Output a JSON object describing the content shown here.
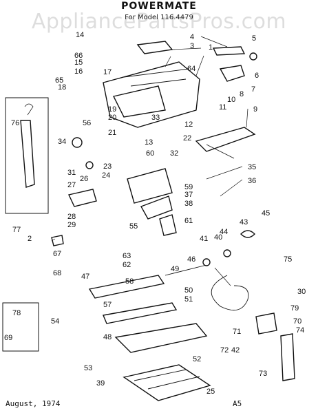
{
  "header": {
    "title": "POWERMATE",
    "subtitle": "For Model 116.4479",
    "watermark": "AppliancePartsPros.com"
  },
  "footer": {
    "date": "August, 1974",
    "page": "A5"
  },
  "callouts": [
    "1",
    "2",
    "3",
    "4",
    "5",
    "6",
    "7",
    "8",
    "9",
    "10",
    "11",
    "12",
    "13",
    "14",
    "15",
    "16",
    "17",
    "18",
    "19",
    "20",
    "21",
    "22",
    "23",
    "24",
    "25",
    "26",
    "27",
    "28",
    "29",
    "30",
    "31",
    "32",
    "33",
    "34",
    "35",
    "36",
    "37",
    "38",
    "39",
    "40",
    "41",
    "42",
    "43",
    "44",
    "45",
    "46",
    "47",
    "48",
    "49",
    "50",
    "51",
    "52",
    "53",
    "54",
    "55",
    "56",
    "57",
    "58",
    "59",
    "60",
    "61",
    "62",
    "63",
    "64",
    "65",
    "66",
    "67",
    "68",
    "69",
    "70",
    "71",
    "72",
    "73",
    "74",
    "75",
    "76",
    "77",
    "78",
    "79"
  ]
}
